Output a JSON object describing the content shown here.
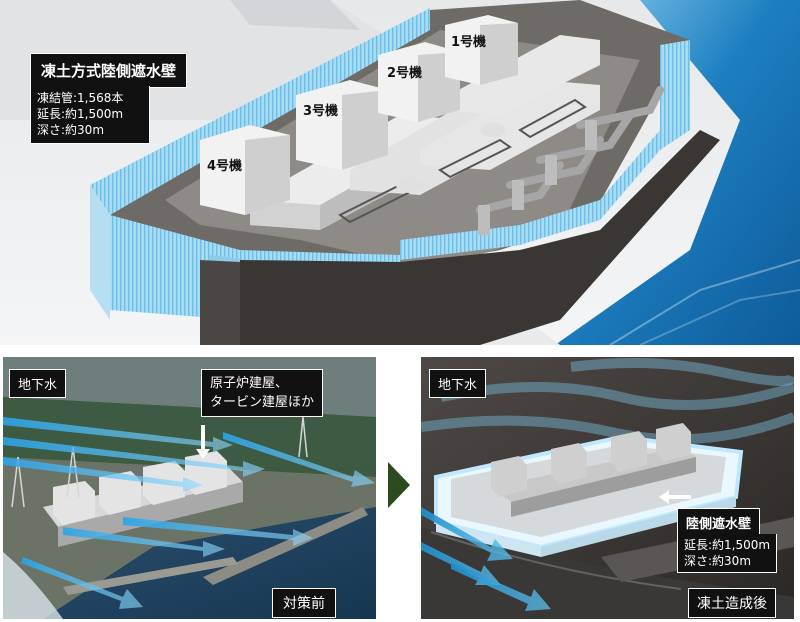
{
  "main": {
    "title": "凍土方式陸側遮水壁",
    "specs": [
      "凍結管:1,568本",
      "延長:約1,500m",
      "深さ:約30m"
    ],
    "units": [
      "1号機",
      "2号機",
      "3号機",
      "4号機"
    ]
  },
  "before": {
    "groundwater_label": "地下水",
    "building_label_line1": "原子炉建屋、",
    "building_label_line2": "タービン建屋ほか",
    "caption": "対策前"
  },
  "after": {
    "groundwater_label": "地下水",
    "wall_title": "陸側遮水壁",
    "wall_specs": [
      "延長:約1,500m",
      "深さ:約30m"
    ],
    "caption": "凍土造成後"
  },
  "colors": {
    "wall_blue": "#9fd6f0",
    "sea_blue": "#1d7fc0",
    "arrow_blue": "#3aa6de",
    "after_arrow": "#2b96cc",
    "dark_ground": "#3a3634"
  }
}
